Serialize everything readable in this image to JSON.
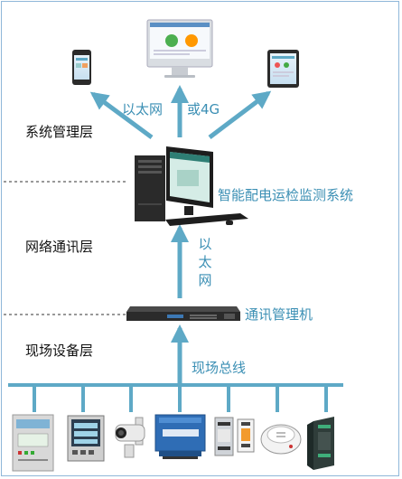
{
  "layers": {
    "system": "系统管理层",
    "network": "网络通讯层",
    "field": "现场设备层"
  },
  "labels": {
    "ethernet_top": "以太网",
    "or_4g": "或4G",
    "ethernet_vertical": "以太网",
    "system_name": "智能配电运检监测系统",
    "comm_manager": "通讯管理机",
    "field_bus": "现场总线"
  },
  "colors": {
    "arrow": "#5ea9c6",
    "bus": "#5ea9c6",
    "text_blue": "#3b8fb4",
    "dashed": "#333333"
  },
  "icons": [
    "smartphone-icon",
    "imac-icon",
    "tablet-icon",
    "desktop-workstation-icon",
    "rack-server-icon",
    "protection-relay-icon",
    "power-meter-icon",
    "camera-icon",
    "module-icon",
    "din-rail-device-icon",
    "din-rail-switch-icon",
    "smoke-detector-icon",
    "plc-module-icon"
  ]
}
